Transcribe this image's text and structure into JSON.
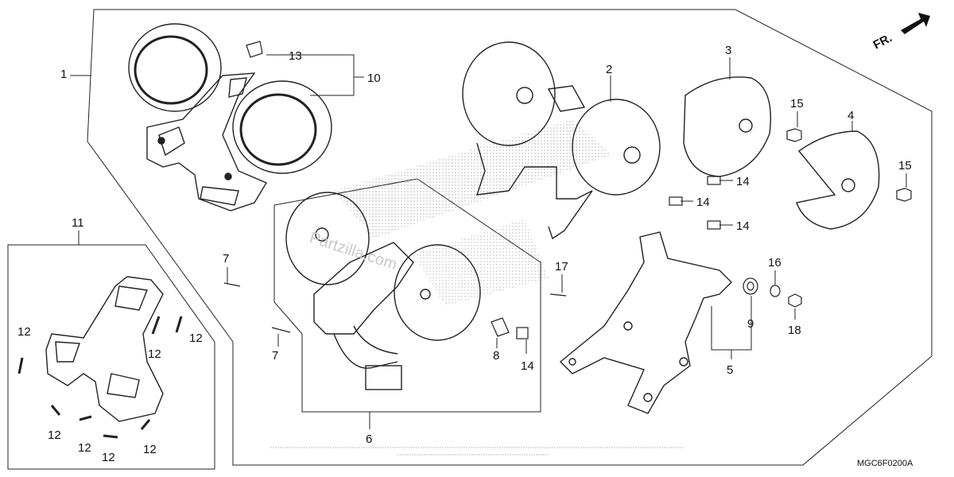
{
  "diagram": {
    "direction_label": "FR.",
    "drawing_code": "MGC6F0200A",
    "watermark": "Partzilla.com",
    "callouts": [
      {
        "id": "c1",
        "text": "1"
      },
      {
        "id": "c2",
        "text": "2"
      },
      {
        "id": "c3",
        "text": "3"
      },
      {
        "id": "c4",
        "text": "4"
      },
      {
        "id": "c5",
        "text": "5"
      },
      {
        "id": "c6",
        "text": "6"
      },
      {
        "id": "c7a",
        "text": "7"
      },
      {
        "id": "c7b",
        "text": "7"
      },
      {
        "id": "c8",
        "text": "8"
      },
      {
        "id": "c9",
        "text": "9"
      },
      {
        "id": "c10",
        "text": "10"
      },
      {
        "id": "c11",
        "text": "11"
      },
      {
        "id": "c12a",
        "text": "12"
      },
      {
        "id": "c12b",
        "text": "12"
      },
      {
        "id": "c12c",
        "text": "12"
      },
      {
        "id": "c12d",
        "text": "12"
      },
      {
        "id": "c12e",
        "text": "12"
      },
      {
        "id": "c12f",
        "text": "12"
      },
      {
        "id": "c12g",
        "text": "12"
      },
      {
        "id": "c13",
        "text": "13"
      },
      {
        "id": "c14a",
        "text": "14"
      },
      {
        "id": "c14b",
        "text": "14"
      },
      {
        "id": "c14c",
        "text": "14"
      },
      {
        "id": "c14d",
        "text": "14"
      },
      {
        "id": "c15a",
        "text": "15"
      },
      {
        "id": "c15b",
        "text": "15"
      },
      {
        "id": "c16",
        "text": "16"
      },
      {
        "id": "c17",
        "text": "17"
      },
      {
        "id": "c18",
        "text": "18"
      }
    ]
  }
}
